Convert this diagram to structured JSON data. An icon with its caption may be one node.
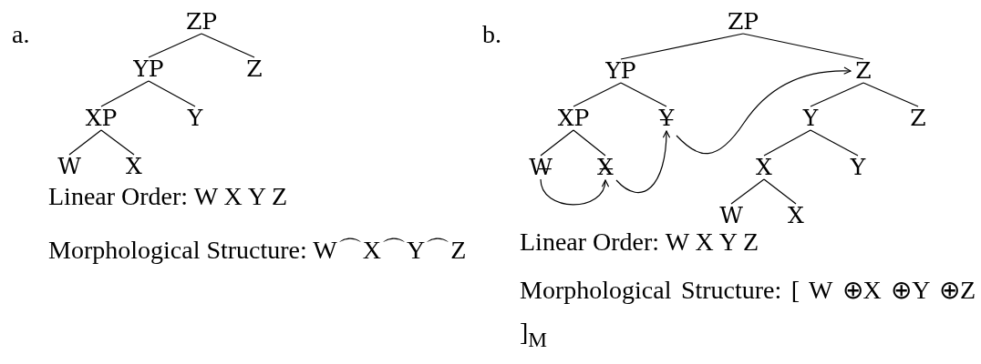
{
  "diagram": {
    "nodes": [
      {
        "text": [
          "ZP"
        ]
      },
      {
        "text": [
          "YP"
        ]
      },
      {
        "text": [
          "Z"
        ]
      },
      {
        "text": [
          "XP"
        ]
      },
      {
        "text": [
          "Y"
        ]
      },
      {
        "text": [
          "W"
        ]
      },
      {
        "text": [
          "X"
        ]
      },
      {
        "text": [
          "ZP"
        ]
      },
      {
        "text": [
          "YP"
        ]
      },
      {
        "text": [
          "Z"
        ]
      },
      {
        "text": [
          "XP"
        ]
      },
      {
        "text": [
          "Y̶"
        ]
      },
      {
        "text": [
          "Y"
        ]
      },
      {
        "text": [
          "Z"
        ]
      },
      {
        "text": [
          "W̶"
        ]
      },
      {
        "text": [
          "X̶"
        ]
      },
      {
        "text": [
          "X"
        ]
      },
      {
        "text": [
          "Y"
        ]
      },
      {
        "text": [
          "W"
        ]
      },
      {
        "text": [
          "X"
        ]
      }
    ],
    "edges": [
      {
        "from": 0,
        "to": 1,
        "arrow": "none"
      },
      {
        "from": 0,
        "to": 2,
        "arrow": "none"
      },
      {
        "from": 1,
        "to": 3,
        "arrow": "none"
      },
      {
        "from": 1,
        "to": 4,
        "arrow": "none"
      },
      {
        "from": 3,
        "to": 5,
        "arrow": "none"
      },
      {
        "from": 3,
        "to": 6,
        "arrow": "none"
      },
      {
        "from": 7,
        "to": 8,
        "arrow": "none"
      },
      {
        "from": 7,
        "to": 9,
        "arrow": "none"
      },
      {
        "from": 8,
        "to": 10,
        "arrow": "none"
      },
      {
        "from": 8,
        "to": 11,
        "arrow": "none"
      },
      {
        "from": 9,
        "to": 12,
        "arrow": "none"
      },
      {
        "from": 9,
        "to": 13,
        "arrow": "none"
      },
      {
        "from": 10,
        "to": 14,
        "arrow": "none"
      },
      {
        "from": 10,
        "to": 15,
        "arrow": "none"
      },
      {
        "from": 12,
        "to": 16,
        "arrow": "none"
      },
      {
        "from": 12,
        "to": 17,
        "arrow": "none"
      },
      {
        "from": 16,
        "to": 18,
        "arrow": "none"
      },
      {
        "from": 16,
        "to": 19,
        "arrow": "none"
      },
      {
        "from": 14,
        "to": 15,
        "arrow": "to"
      },
      {
        "from": 15,
        "to": 11,
        "arrow": "to"
      },
      {
        "from": 11,
        "to": 9,
        "arrow": "to"
      }
    ],
    "labels": [
      "a.",
      "b.",
      "Linear Order: W X Y Z",
      "Morphological Structure: W⌒X⌒Y⌒Z",
      "Linear Order: W X Y Z",
      "Morphological Structure: [ W ⊕X ⊕Y ⊕Z ]$_{M}$"
    ]
  }
}
